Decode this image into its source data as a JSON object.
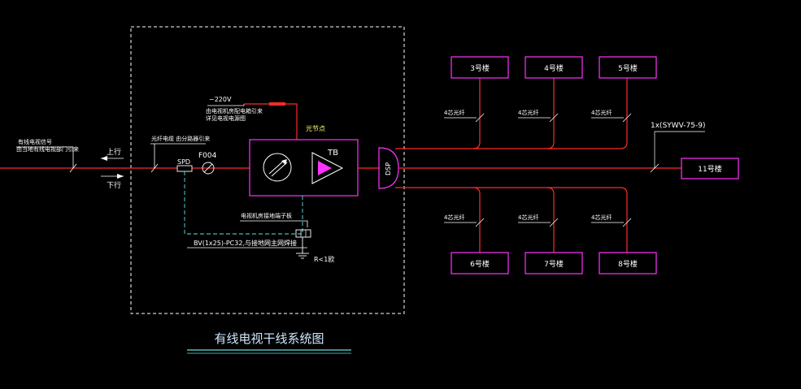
{
  "colors": {
    "background": "#000000",
    "trunk": "#ff2a2a",
    "equipment": "#ff33ff",
    "annotation": "#ffffff",
    "ground": "#66e0e0",
    "title": "#cfe8ff",
    "title_underline": "#66e0e0",
    "accent": "#ffff66"
  },
  "header": {
    "title": "有线电视干线系统图"
  },
  "incoming": {
    "source_label_1": "有线电视信号",
    "source_label_2": "由当地有线电视部门引来",
    "upstream": "上行",
    "downstream": "下行"
  },
  "cabinet": {
    "fiber_note": "光纤电缆 由分路器引来",
    "spd_label": "SPD",
    "fuse_label": "F004",
    "power_voltage": "~220V",
    "power_note_1": "由电视机房配电箱引来",
    "power_note_2": "详见电视电源图",
    "node_label": "光节点",
    "amp_label": "TB",
    "ground_note": "电视机房接地端子板",
    "cable_note": "BV(1x25)-PC32,与接地网主网焊接",
    "ground_resistance": "R<1欧"
  },
  "splitter": {
    "label": "DSP"
  },
  "branches": {
    "top": [
      {
        "building": "3号楼",
        "cable": "4芯光纤"
      },
      {
        "building": "4号楼",
        "cable": "4芯光纤"
      },
      {
        "building": "5号楼",
        "cable": "4芯光纤"
      }
    ],
    "bottom": [
      {
        "building": "6号楼",
        "cable": "4芯光纤"
      },
      {
        "building": "7号楼",
        "cable": "4芯光纤"
      },
      {
        "building": "8号楼",
        "cable": "4芯光纤"
      }
    ],
    "main": {
      "building": "11号楼",
      "cable": "1x(SYWV-75-9)"
    }
  }
}
